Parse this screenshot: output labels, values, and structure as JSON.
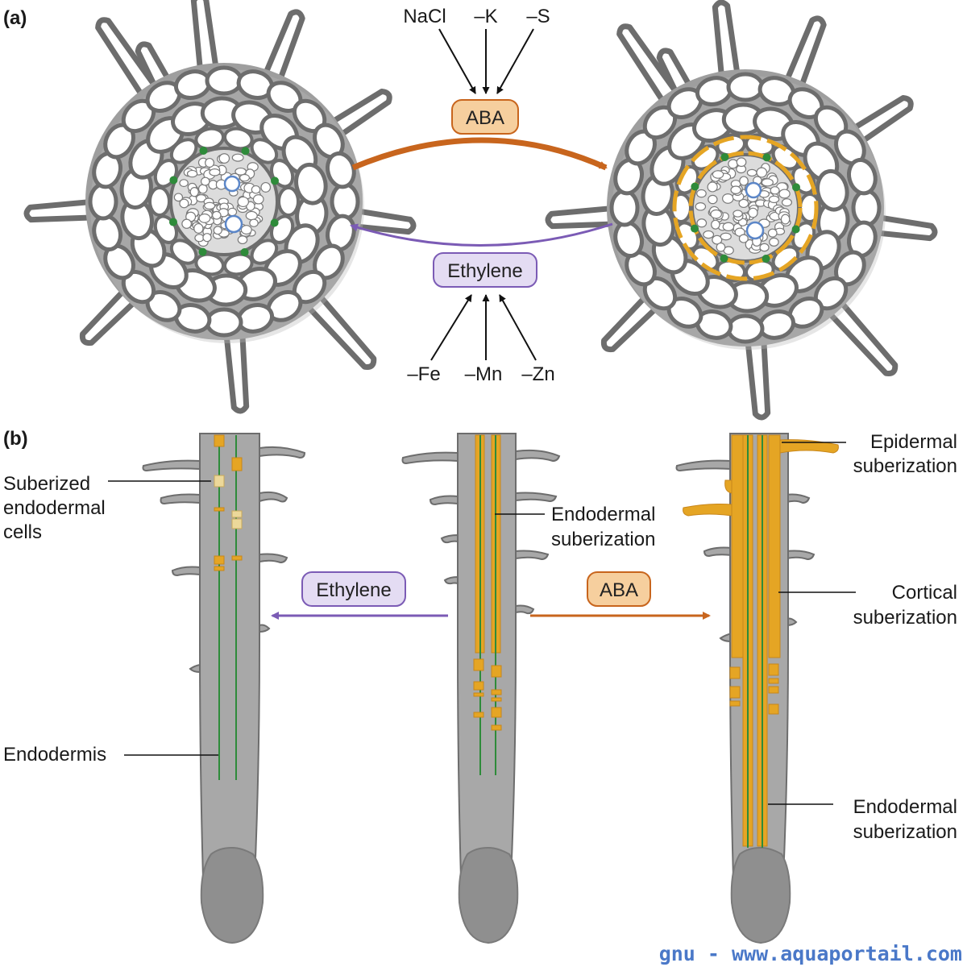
{
  "panels": {
    "a": "(a)",
    "b": "(b)"
  },
  "stimuli_aba": [
    "NaCl",
    "–K",
    "–S"
  ],
  "stimuli_ethylene": [
    "–Fe",
    "–Mn",
    "–Zn"
  ],
  "hormones": {
    "aba": "ABA",
    "ethylene": "Ethylene"
  },
  "labels_b": {
    "suberized_cells": [
      "Suberized",
      "endodermal",
      "cells"
    ],
    "endodermis": "Endodermis",
    "endodermal_suberization_mid": [
      "Endodermal",
      "suberization"
    ],
    "epidermal_suberization": [
      "Epidermal",
      "suberization"
    ],
    "cortical_suberization": [
      "Cortical",
      "suberization"
    ],
    "endodermal_suberization_right": [
      "Endodermal",
      "suberization"
    ]
  },
  "watermark": "gnu - www.aquaportail.com",
  "colors": {
    "aba": "#c8651d",
    "aba_box": "#f6cf9e",
    "ethylene": "#7b5bb5",
    "ethylene_box": "#e4dcf3",
    "suberin": "#e5a524",
    "endodermis_line": "#2e8b3a",
    "root_tissue": "#a8a8a8",
    "cell_wall": "#6d6d6d"
  }
}
